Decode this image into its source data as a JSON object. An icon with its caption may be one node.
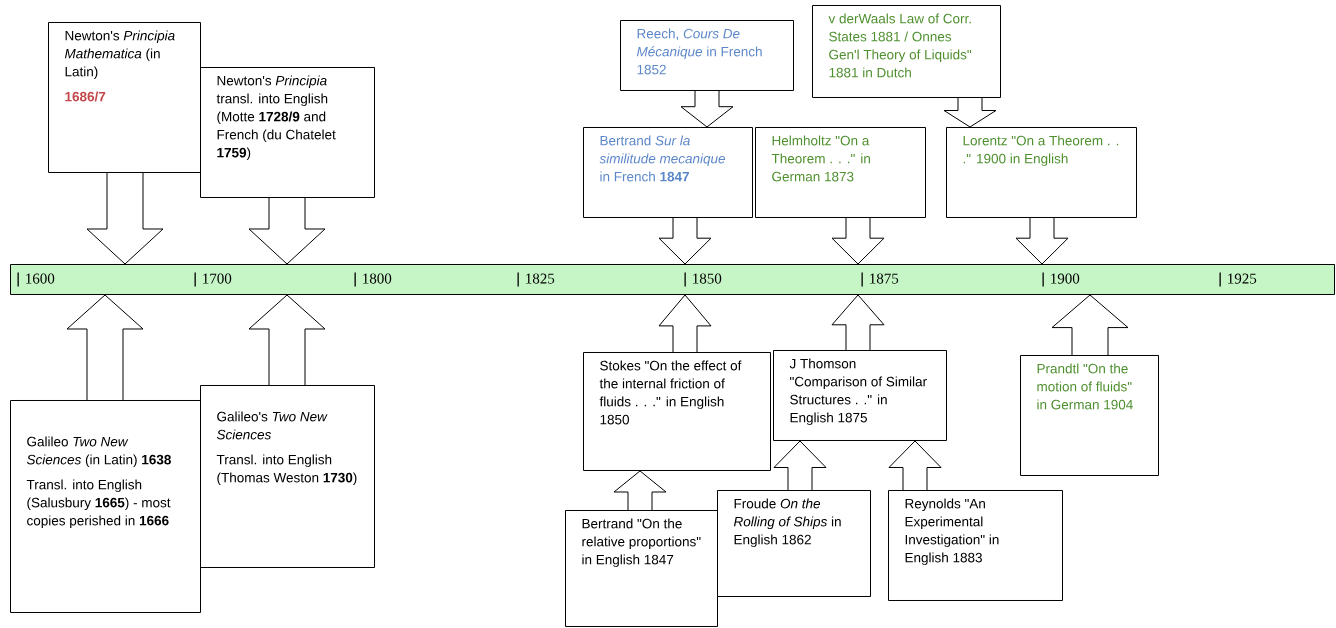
{
  "diagram": {
    "nodes": [
      {
        "text": [
          "1600",
          "1700",
          "1800",
          "1825",
          "1850",
          "1875",
          "1900",
          "1925"
        ]
      },
      {
        "text": [
          "Newton's *Principia Mathematica* (in Latin)",
          "**1686/7**"
        ]
      },
      {
        "text": [
          "Newton's *Principia* transl. into English (Motte **1728/9** and French (du Chatelet **1759**)"
        ]
      },
      {
        "text": [
          "Reech, *Cours De Mécanique* in French 1852"
        ]
      },
      {
        "text": [
          "Bertrand *Sur la similitude mecanique* in French **1847**"
        ]
      },
      {
        "text": [
          "v derWaals Law of Corr. States 1881 / Onnes Gen'l Theory of Liquids\" 1881 in Dutch"
        ]
      },
      {
        "text": [
          "Helmholtz \"On a Theorem . . .\" in German 1873"
        ]
      },
      {
        "text": [
          "Lorentz \"On a Theorem . . .\" 1900 in English"
        ]
      },
      {
        "text": [
          "Galileo *Two New Sciences* (in Latin) **1638**",
          "Transl. into English (Salusbury **1665**) - most copies perished in **1666**"
        ]
      },
      {
        "text": [
          "Galileo's *Two New Sciences*",
          "Transl. into English (Thomas Weston **1730**)"
        ]
      },
      {
        "text": [
          "Stokes \"On the effect of the internal friction of fluids . . .\" in English 1850"
        ]
      },
      {
        "text": [
          "Bertrand \"On the relative proportions\" in English 1847"
        ]
      },
      {
        "text": [
          "J Thomson \"Comparison of Similar Structures . .\" in English 1875"
        ]
      },
      {
        "text": [
          "Froude *On the Rolling of Ships* in English 1862"
        ]
      },
      {
        "text": [
          "Reynolds \"An Experimental Investigation\" in English 1883"
        ]
      },
      {
        "text": [
          "Prandtl \"On the motion of fluids\" in German 1904"
        ]
      }
    ],
    "edges": [
      {
        "from": 1,
        "to": 0,
        "arrow": "to"
      },
      {
        "from": 2,
        "to": 0,
        "arrow": "to"
      },
      {
        "from": 3,
        "to": 4,
        "arrow": "to"
      },
      {
        "from": 4,
        "to": 0,
        "arrow": "to"
      },
      {
        "from": 5,
        "to": 7,
        "arrow": "to"
      },
      {
        "from": 6,
        "to": 0,
        "arrow": "to"
      },
      {
        "from": 7,
        "to": 0,
        "arrow": "to"
      },
      {
        "from": 8,
        "to": 0,
        "arrow": "to"
      },
      {
        "from": 9,
        "to": 0,
        "arrow": "to"
      },
      {
        "from": 10,
        "to": 0,
        "arrow": "to"
      },
      {
        "from": 11,
        "to": 10,
        "arrow": "to"
      },
      {
        "from": 12,
        "to": 0,
        "arrow": "to"
      },
      {
        "from": 13,
        "to": 12,
        "arrow": "to"
      },
      {
        "from": 14,
        "to": 12,
        "arrow": "to"
      },
      {
        "from": 15,
        "to": 0,
        "arrow": "to"
      }
    ]
  }
}
